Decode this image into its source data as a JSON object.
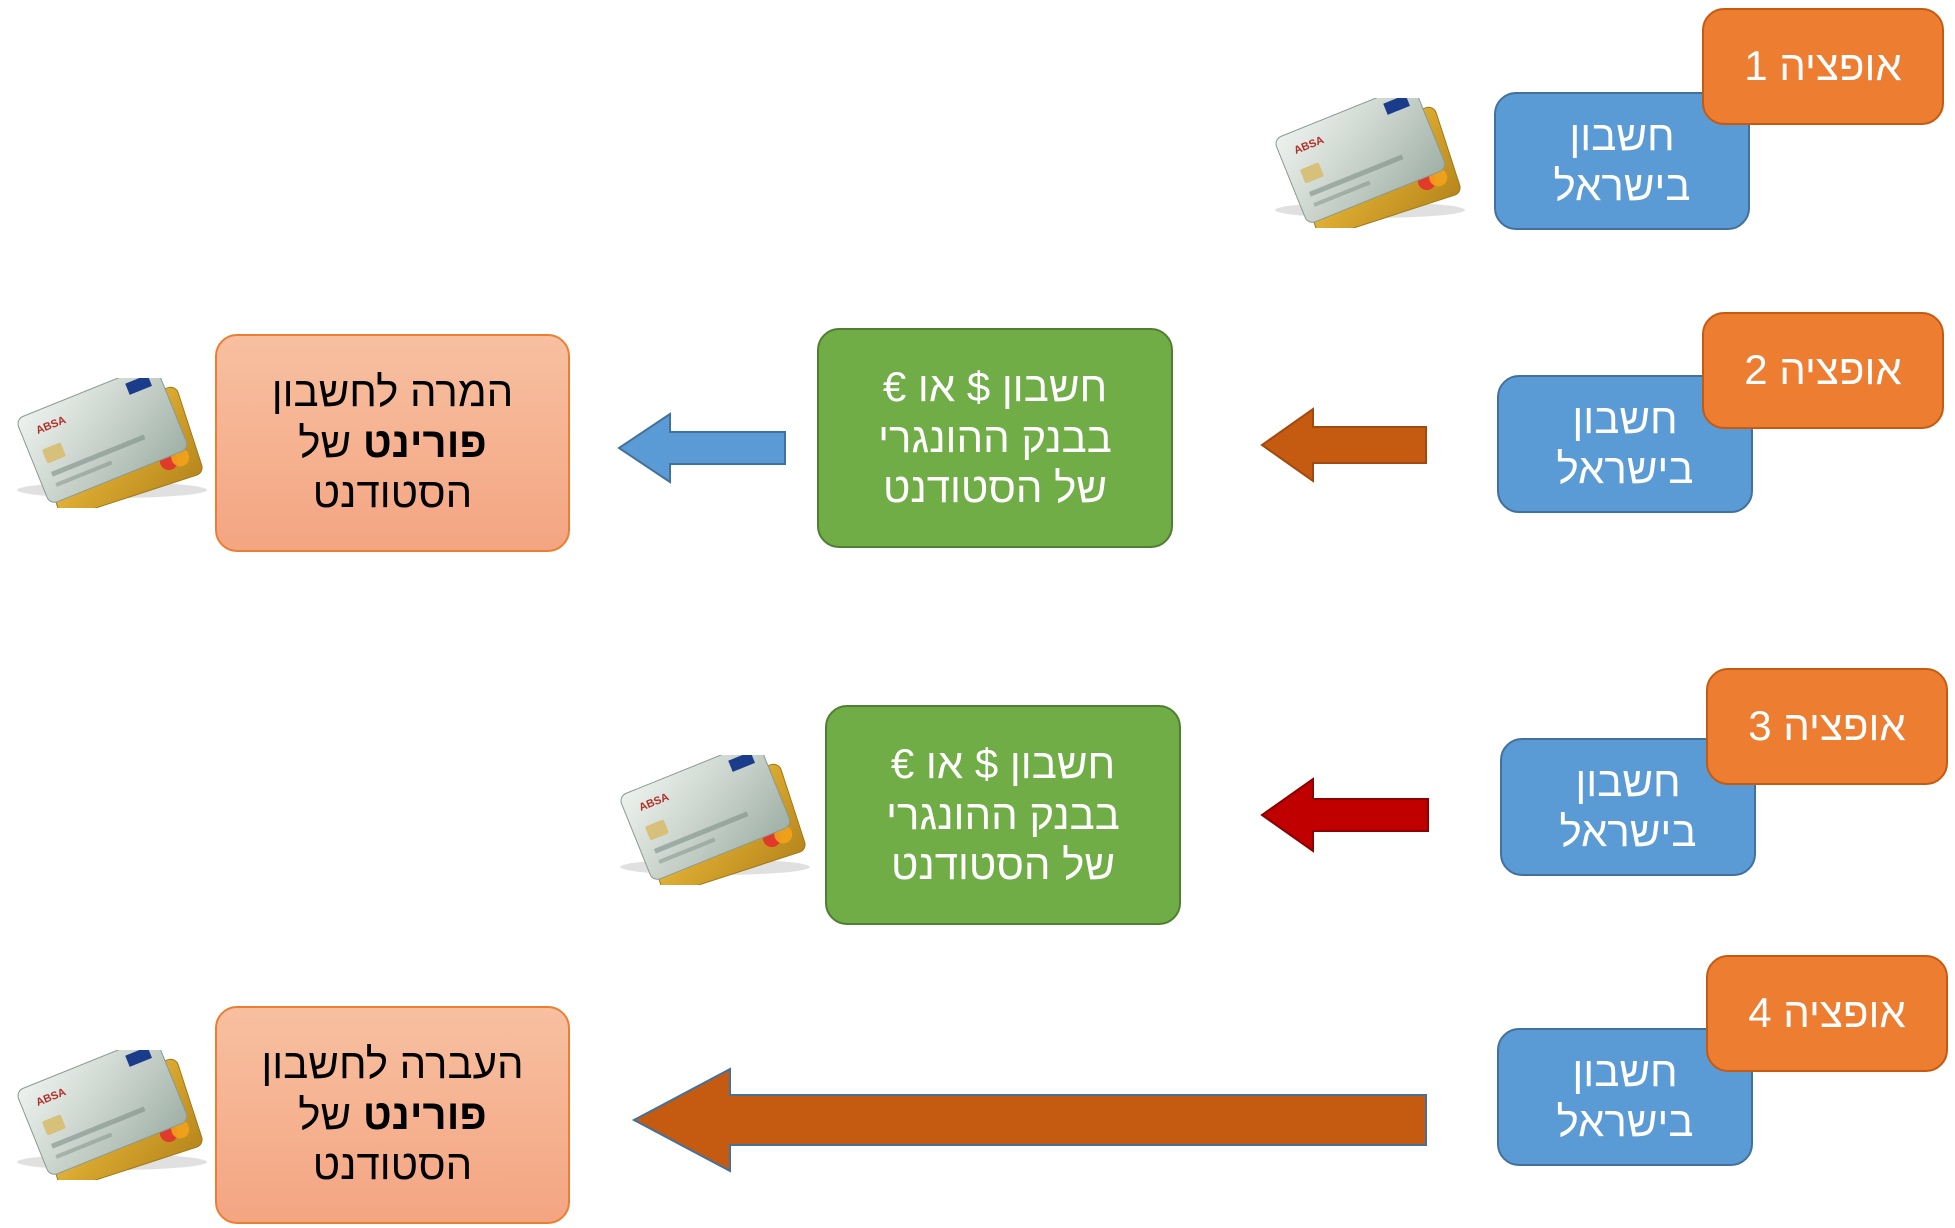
{
  "options": [
    {
      "label": "אופציה 1"
    },
    {
      "label": "אופציה 2"
    },
    {
      "label": "אופציה 3"
    },
    {
      "label": "אופציה 4"
    }
  ],
  "israel_account": {
    "line1": "חשבון",
    "line2": "בישראל"
  },
  "hungarian_account": {
    "line1": "חשבון $ או €",
    "line2": "בבנק ההונגרי",
    "line3": "של הסטודנט"
  },
  "conversion": {
    "line1": "המרה לחשבון",
    "bold": "פורינט",
    "rest": " של",
    "line3": "הסטודנט"
  },
  "transfer": {
    "line1": "העברה לחשבון",
    "bold": "פורינט",
    "rest": " של",
    "line3": "הסטודנט"
  },
  "colors": {
    "israel_box": "#5b9bd5",
    "option_tag": "#ed7d31",
    "hungarian_box": "#70ad47",
    "forint_box": "#f4b183",
    "arrow_orange": "#c55a11",
    "arrow_red": "#c00000",
    "arrow_blue": "#5b9bd5"
  },
  "icons": [
    "credit-cards-icon"
  ]
}
